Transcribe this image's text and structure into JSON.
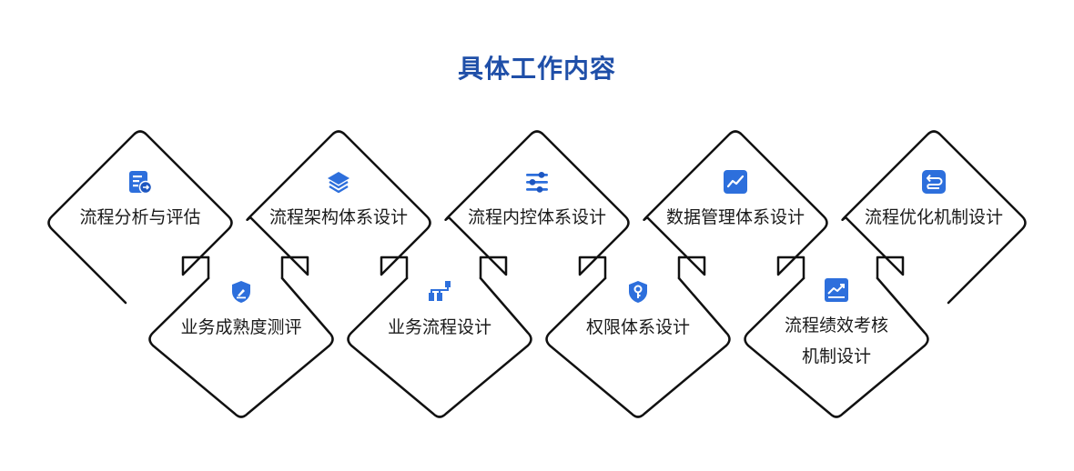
{
  "title": "具体工作内容",
  "accent_color": "#1f4fa8",
  "icon_color": "#2d6fdc",
  "top_row": [
    {
      "icon": "list-arrow-icon",
      "label": "流程分析与评估"
    },
    {
      "icon": "layers-icon",
      "label": "流程架构体系设计"
    },
    {
      "icon": "sliders-icon",
      "label": "流程内控体系设计"
    },
    {
      "icon": "trend-chart-icon",
      "label": "数据管理体系设计"
    },
    {
      "icon": "loop-arrows-icon",
      "label": "流程优化机制设计"
    }
  ],
  "bottom_row": [
    {
      "icon": "shield-pen-icon",
      "label": "业务成熟度测评",
      "label2": ""
    },
    {
      "icon": "flow-blocks-icon",
      "label": "业务流程设计",
      "label2": ""
    },
    {
      "icon": "shield-key-icon",
      "label": "权限体系设计",
      "label2": ""
    },
    {
      "icon": "growth-chart-icon",
      "label": "流程绩效考核",
      "label2": "机制设计"
    }
  ]
}
